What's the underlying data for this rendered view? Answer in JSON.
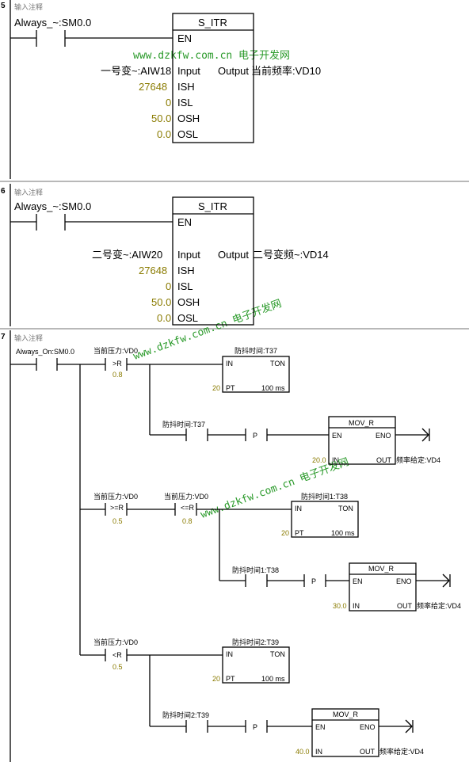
{
  "watermark": "www.dzkfw.com.cn 电子开发网",
  "comment_placeholder": "输入注释",
  "networks": [
    {
      "number": "5",
      "contact": "Always_~:SM0.0",
      "block": {
        "title": "S_ITR",
        "en": "EN",
        "inputs": [
          "Input",
          "ISH",
          "ISL",
          "OSH",
          "OSL"
        ],
        "input_values": [
          "一号变~:AIW18",
          "27648",
          "0",
          "50.0",
          "0.0"
        ],
        "output": "Output",
        "output_value": "当前频率:VD10"
      }
    },
    {
      "number": "6",
      "contact": "Always_~:SM0.0",
      "block": {
        "title": "S_ITR",
        "en": "EN",
        "inputs": [
          "Input",
          "ISH",
          "ISL",
          "OSH",
          "OSL"
        ],
        "input_values": [
          "二号变~:AIW20",
          "27648",
          "0",
          "50.0",
          "0.0"
        ],
        "output": "Output",
        "output_value": "二号变频~:VD14"
      }
    },
    {
      "number": "7",
      "contact": "Always_On:SM0.0",
      "branches": [
        {
          "compares": [
            {
              "label": "当前压力:VD0",
              "op": ">R",
              "value": "0.8"
            }
          ],
          "timer": {
            "label": "防抖时间:T37",
            "in": "IN",
            "type": "TON",
            "pt": "PT",
            "pt_value": "20",
            "base": "100 ms"
          },
          "contact": "防抖时间:T37",
          "pulse": "P",
          "mov": {
            "title": "MOV_R",
            "en": "EN",
            "eno": "ENO",
            "in": "IN",
            "out": "OUT",
            "in_value": "20.0",
            "out_value": "频率给定:VD4"
          }
        },
        {
          "compares": [
            {
              "label": "当前压力:VD0",
              "op": ">=R",
              "value": "0.5"
            },
            {
              "label": "当前压力:VD0",
              "op": "<=R",
              "value": "0.8"
            }
          ],
          "timer": {
            "label": "防抖时间1:T38",
            "in": "IN",
            "type": "TON",
            "pt": "PT",
            "pt_value": "20",
            "base": "100 ms"
          },
          "contact": "防抖时间1:T38",
          "pulse": "P",
          "mov": {
            "title": "MOV_R",
            "en": "EN",
            "eno": "ENO",
            "in": "IN",
            "out": "OUT",
            "in_value": "30.0",
            "out_value": "频率给定:VD4"
          }
        },
        {
          "compares": [
            {
              "label": "当前压力:VD0",
              "op": "<R",
              "value": "0.5"
            }
          ],
          "timer": {
            "label": "防抖时间2:T39",
            "in": "IN",
            "type": "TON",
            "pt": "PT",
            "pt_value": "20",
            "base": "100 ms"
          },
          "contact": "防抖时间2:T39",
          "pulse": "P",
          "mov": {
            "title": "MOV_R",
            "en": "EN",
            "eno": "ENO",
            "in": "IN",
            "out": "OUT",
            "in_value": "40.0",
            "out_value": "频率给定:VD4"
          }
        }
      ]
    }
  ]
}
